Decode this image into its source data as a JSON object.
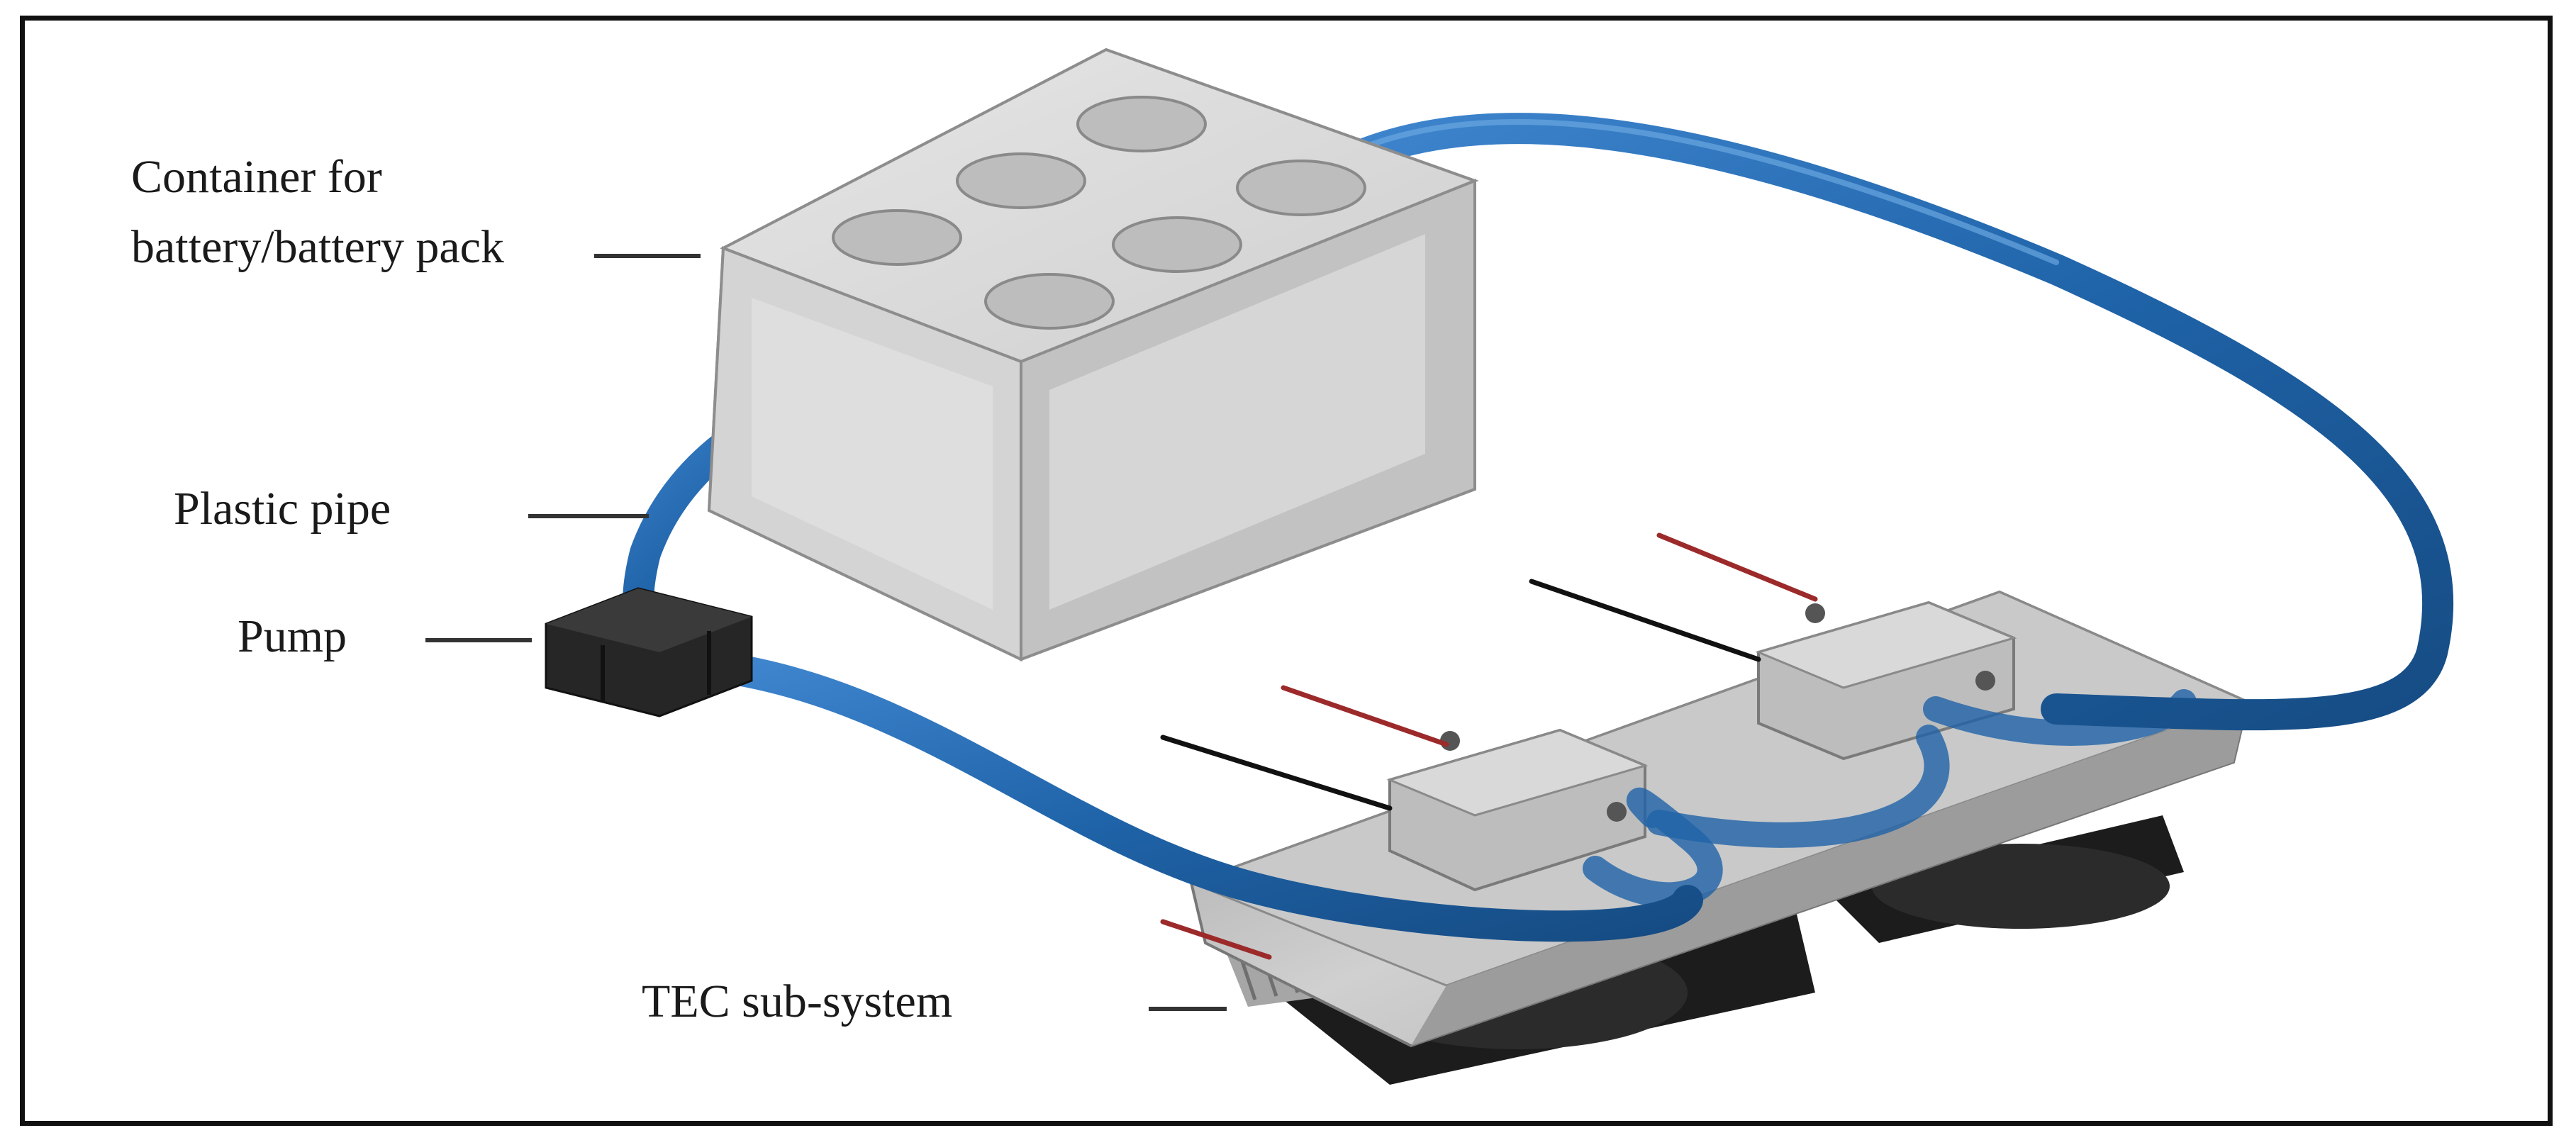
{
  "labels": {
    "container": "Container for battery/battery pack",
    "pipe": "Plastic pipe",
    "pump": "Pump",
    "tec": "TEC sub-system"
  },
  "colors": {
    "pipe": "#1f63a8",
    "pipe_light": "#6aa7e0",
    "container": "#d8d8d8",
    "pump": "#262626",
    "plate": "#b8b8b8",
    "fan": "#1c1c1c",
    "wire_red": "#9c2a2a",
    "wire_black": "#111111"
  }
}
